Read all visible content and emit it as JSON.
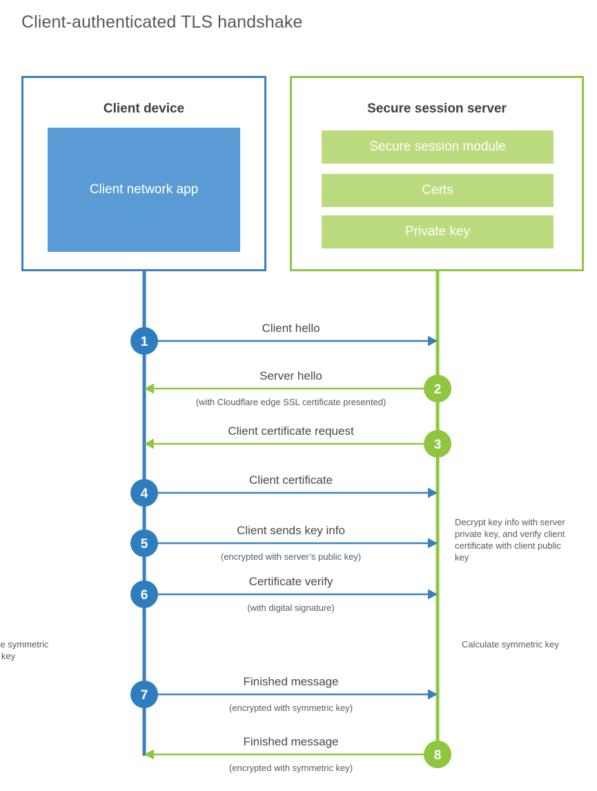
{
  "title": "Client-authenticated TLS handshake",
  "colors": {
    "client_blue": "#3a7fbd",
    "client_blue_fill": "#5b9bd5",
    "client_circle": "#2e7ebf",
    "server_green": "#8fc63f",
    "server_green_fill": "#bcdb7e",
    "text": "#44484b",
    "title_text": "#55595c"
  },
  "entities": {
    "client": {
      "title": "Client device",
      "blocks": [
        {
          "label": "Client network app"
        }
      ]
    },
    "server": {
      "title": "Secure session server",
      "blocks": [
        {
          "label": "Secure session module"
        },
        {
          "label": "Certs"
        },
        {
          "label": "Private key"
        }
      ]
    }
  },
  "steps": [
    {
      "number": "1",
      "label": "Client hello",
      "sub": "",
      "direction": "client-to-server",
      "side": "client"
    },
    {
      "number": "2",
      "label": "Server hello",
      "sub": "(with Cloudflare edge SSL certificate presented)",
      "direction": "server-to-client",
      "side": "server"
    },
    {
      "number": "3",
      "label": "Client certificate request",
      "sub": "",
      "direction": "server-to-client",
      "side": "server"
    },
    {
      "number": "4",
      "label": "Client certificate",
      "sub": "",
      "direction": "client-to-server",
      "side": "client"
    },
    {
      "number": "5",
      "label": "Client sends key info",
      "sub": "(encrypted with server’s public key)",
      "direction": "client-to-server",
      "side": "client"
    },
    {
      "number": "6",
      "label": "Certificate verify",
      "sub": "(with digital signature)",
      "direction": "client-to-server",
      "side": "client"
    },
    {
      "number": "7",
      "label": "Finished message",
      "sub": "(encrypted with symmetric key)",
      "direction": "client-to-server",
      "side": "client"
    },
    {
      "number": "8",
      "label": "Finished message",
      "sub": "(encrypted with symmetric key)",
      "direction": "server-to-client",
      "side": "server"
    }
  ],
  "notes": {
    "server_decrypt": "Decrypt key info with server private key, and verify client certificate with client public key",
    "client_calculate": "Calculate symmetric key",
    "server_calculate": "Calculate symmetric key"
  }
}
